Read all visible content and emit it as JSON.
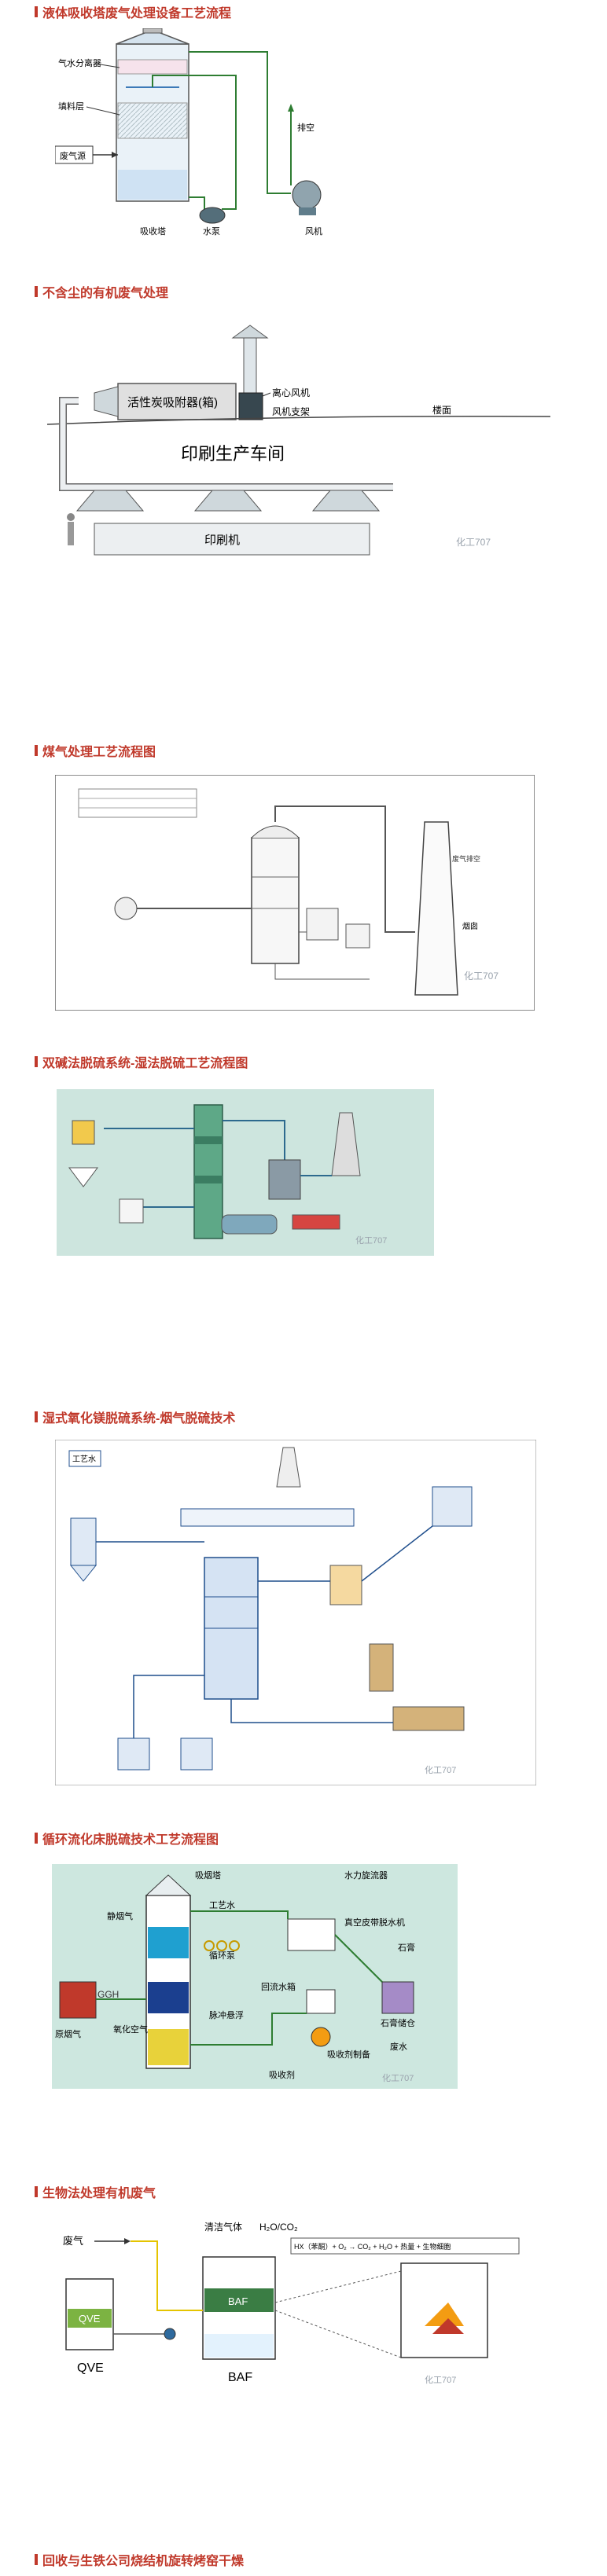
{
  "sections": [
    {
      "title": "液体吸收塔废气处理设备工艺流程"
    },
    {
      "title": "不含尘的有机废气处理"
    },
    {
      "title": "煤气处理工艺流程图"
    },
    {
      "title": "双碱法脱硫系统-湿法脱硫工艺流程图"
    },
    {
      "title": "湿式氧化镁脱硫系统-烟气脱硫技术"
    },
    {
      "title": "循环流化床脱硫技术工艺流程图"
    },
    {
      "title": "生物法处理有机废气"
    },
    {
      "title": "回收与生铁公司烧结机旋转烤窑干燥"
    }
  ],
  "watermark": "化工707",
  "fig1": {
    "labels": {
      "demister": "气水分离器",
      "packing": "填料层",
      "gas_source": "废气源",
      "tower": "吸收塔",
      "pump": "水泵",
      "fan": "风机",
      "vent": "排空"
    }
  },
  "fig2": {
    "labels": {
      "adsorber": "活性炭吸附器(箱)",
      "fan": "离心风机",
      "fan_stand": "风机支架",
      "roof": "楼面",
      "workshop": "印刷生产车间",
      "press": "印刷机"
    }
  },
  "fig3": {
    "labels": {
      "chimney": "烟囱"
    }
  },
  "fig5": {
    "labels": {
      "process_water": "工艺水"
    }
  },
  "fig6": {
    "labels": {
      "water_cyclone": "水力旋流器",
      "flue_gas_out": "吸烟塔",
      "process_water": "工艺水",
      "static_flue": "静烟气",
      "belt_filter": "真空皮带脱水机",
      "gypsum": "石膏",
      "circ_pump": "循环泵",
      "raw_flue": "原烟气",
      "oxidation_air": "氧化空气",
      "slurry_pump": "脉冲悬浮",
      "return_tank": "回流水箱",
      "gypsum_store": "石膏储仓",
      "absorbent": "吸收剂",
      "absorbent_prep": "吸收剂制备",
      "waste_water": "废水",
      "ggh": "GGH"
    }
  },
  "fig7": {
    "labels": {
      "waste_gas": "废气",
      "clean_gas": "清洁气体",
      "h2o_co2": "H₂O/CO₂",
      "qve": "QVE",
      "baf": "BAF",
      "equation": "HX（苯酮）+ O₂ → CO₂ + H₂O + 热量 + 生物细胞"
    }
  }
}
